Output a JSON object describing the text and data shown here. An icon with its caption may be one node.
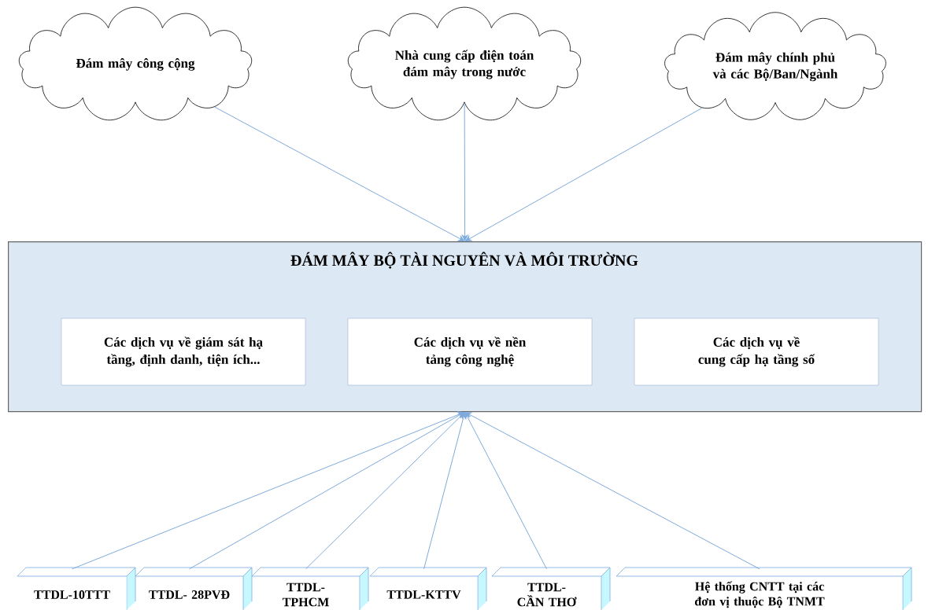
{
  "diagram": {
    "nodes": [
      {
        "text": [
          "Đám mây công cộng"
        ]
      },
      {
        "text": [
          "Nhà cung cấp điện toán đám mây trong nước"
        ]
      },
      {
        "text": [
          "Đám mây chính phủ và các Bộ/Ban/Ngành"
        ]
      },
      {
        "text": [
          "ĐÁM MÂY BỘ TÀI NGUYÊN VÀ MÔI TRƯỜNG"
        ]
      },
      {
        "text": [
          "Các dịch vụ về giám sát hạ tầng, định danh, tiện ích..."
        ],
        "in": 3
      },
      {
        "text": [
          "Các dịch vụ về nền tảng công nghệ"
        ],
        "in": 3
      },
      {
        "text": [
          "Các dịch vụ về cung cấp hạ tầng số"
        ],
        "in": 3
      },
      {
        "text": [
          "TTDL-10TTT"
        ]
      },
      {
        "text": [
          "TTDL- 28PVĐ"
        ]
      },
      {
        "text": [
          "TTDL- TPHCM"
        ]
      },
      {
        "text": [
          "TTDL-KTTV"
        ]
      },
      {
        "text": [
          "TTDL-CẦN THƠ"
        ]
      },
      {
        "text": [
          "Hệ thống CNTT tại các đơn vị thuộc Bộ TNMT"
        ]
      }
    ],
    "edges": [
      {
        "from": 0,
        "to": 3,
        "arrow": "to"
      },
      {
        "from": 1,
        "to": 3,
        "arrow": "to"
      },
      {
        "from": 2,
        "to": 3,
        "arrow": "to"
      },
      {
        "from": 7,
        "to": 3,
        "arrow": "to"
      },
      {
        "from": 8,
        "to": 3,
        "arrow": "to"
      },
      {
        "from": 9,
        "to": 3,
        "arrow": "to"
      },
      {
        "from": 10,
        "to": 3,
        "arrow": "to"
      },
      {
        "from": 11,
        "to": 3,
        "arrow": "to"
      },
      {
        "from": 12,
        "to": 3,
        "arrow": "to"
      }
    ]
  }
}
